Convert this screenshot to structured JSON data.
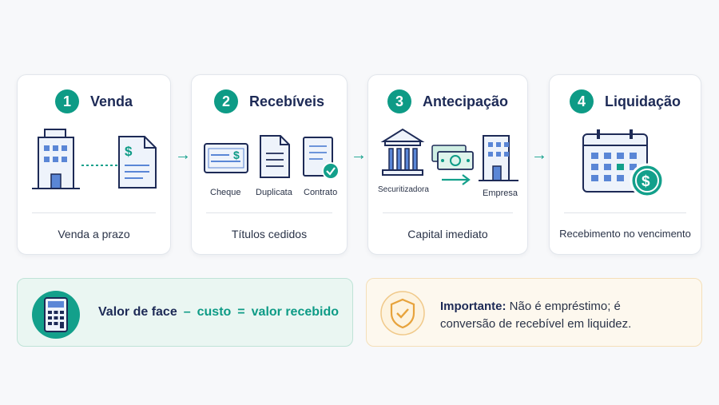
{
  "steps": [
    {
      "num": "1",
      "title": "Venda",
      "caption": "Venda a prazo"
    },
    {
      "num": "2",
      "title": "Recebíveis",
      "caption": "Títulos cedidos",
      "items": [
        "Cheque",
        "Duplicata",
        "Contrato"
      ]
    },
    {
      "num": "3",
      "title": "Antecipação",
      "caption": "Capital imediato",
      "items": [
        "Securitizadora",
        "Empresa"
      ]
    },
    {
      "num": "4",
      "title": "Liquidação",
      "caption": "Recebimento no vencimento"
    }
  ],
  "formula": {
    "left": "Valor de face",
    "minus": "–",
    "middle": "custo",
    "equals": "=",
    "right": "valor recebido"
  },
  "note": {
    "label": "Importante:",
    "line1": " Não é empréstimo; é",
    "line2": "conversão de recebível em liquidez."
  },
  "colors": {
    "accent": "#0e9b86",
    "navy": "#1d2a56",
    "blue": "#5a86d6",
    "green_bg": "#eaf6f2",
    "orange_bg": "#fdf8ee"
  }
}
